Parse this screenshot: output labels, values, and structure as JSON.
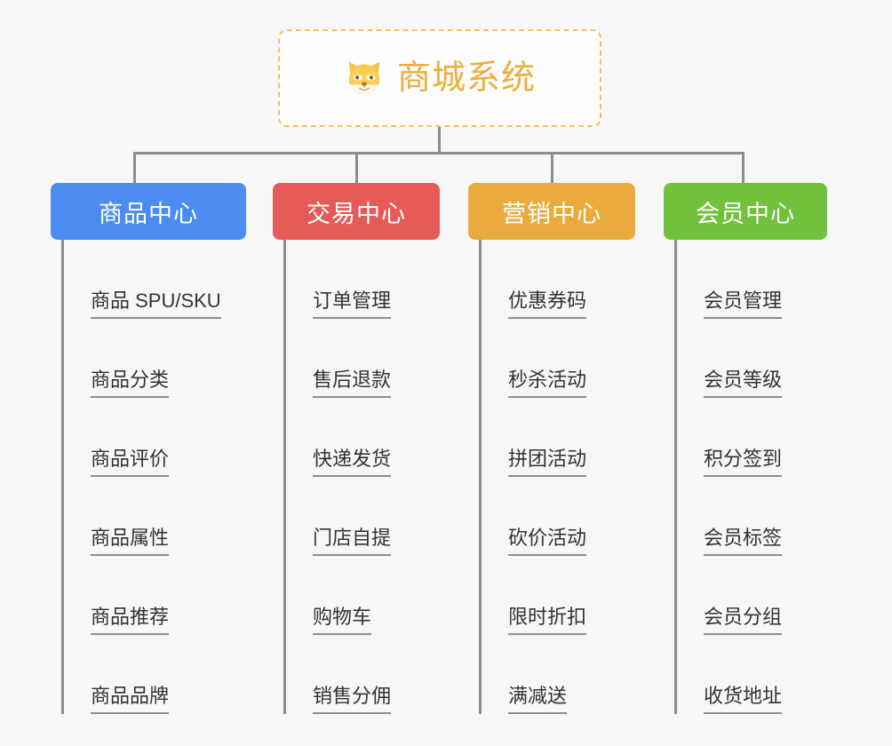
{
  "canvas": {
    "background": "#f7f7f7",
    "connector_color": "#8d8d8d"
  },
  "root": {
    "title": "商城系统",
    "icon": "shiba-dog-icon",
    "text_color": "#eeae3c",
    "border_color": "#f2c063",
    "border_style": "dashed"
  },
  "branches": [
    {
      "id": "products",
      "label": "商品中心",
      "color": "#4a8cf0",
      "items": [
        "商品 SPU/SKU",
        "商品分类",
        "商品评价",
        "商品属性",
        "商品推荐",
        "商品品牌"
      ]
    },
    {
      "id": "trade",
      "label": "交易中心",
      "color": "#e45b57",
      "items": [
        "订单管理",
        "售后退款",
        "快递发货",
        "门店自提",
        "购物车",
        "销售分佣"
      ]
    },
    {
      "id": "marketing",
      "label": "营销中心",
      "color": "#eaab3e",
      "items": [
        "优惠券码",
        "秒杀活动",
        "拼团活动",
        "砍价活动",
        "限时折扣",
        "满减送"
      ]
    },
    {
      "id": "member",
      "label": "会员中心",
      "color": "#72c13c",
      "items": [
        "会员管理",
        "会员等级",
        "积分签到",
        "会员标签",
        "会员分组",
        "收货地址"
      ]
    }
  ]
}
